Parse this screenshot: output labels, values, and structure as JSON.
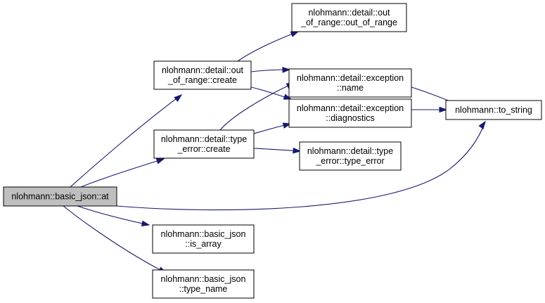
{
  "graph": {
    "nodes": [
      {
        "id": "basic_json_at",
        "lines": [
          "nlohmann::basic_json::at"
        ],
        "highlight": true
      },
      {
        "id": "out_of_range_create",
        "lines": [
          "nlohmann::detail::out",
          "_of_range::create"
        ]
      },
      {
        "id": "type_error_create",
        "lines": [
          "nlohmann::detail::type",
          "_error::create"
        ]
      },
      {
        "id": "is_array",
        "lines": [
          "nlohmann::basic_json",
          "::is_array"
        ]
      },
      {
        "id": "type_name",
        "lines": [
          "nlohmann::basic_json",
          "::type_name"
        ]
      },
      {
        "id": "out_of_range_ctor",
        "lines": [
          "nlohmann::detail::out",
          "_of_range::out_of_range"
        ]
      },
      {
        "id": "exception_name",
        "lines": [
          "nlohmann::detail::exception",
          "::name"
        ]
      },
      {
        "id": "exception_diagnostics",
        "lines": [
          "nlohmann::detail::exception",
          "::diagnostics"
        ]
      },
      {
        "id": "type_error_ctor",
        "lines": [
          "nlohmann::detail::type",
          "_error::type_error"
        ]
      },
      {
        "id": "to_string",
        "lines": [
          "nlohmann::to_string"
        ]
      }
    ],
    "edges": [
      {
        "from": "basic_json_at",
        "to": "out_of_range_create"
      },
      {
        "from": "basic_json_at",
        "to": "type_error_create"
      },
      {
        "from": "basic_json_at",
        "to": "to_string"
      },
      {
        "from": "basic_json_at",
        "to": "is_array"
      },
      {
        "from": "basic_json_at",
        "to": "type_name"
      },
      {
        "from": "out_of_range_create",
        "to": "out_of_range_ctor"
      },
      {
        "from": "out_of_range_create",
        "to": "exception_name"
      },
      {
        "from": "out_of_range_create",
        "to": "exception_diagnostics"
      },
      {
        "from": "type_error_create",
        "to": "exception_name"
      },
      {
        "from": "type_error_create",
        "to": "exception_diagnostics"
      },
      {
        "from": "type_error_create",
        "to": "type_error_ctor"
      },
      {
        "from": "exception_name",
        "to": "to_string"
      },
      {
        "from": "exception_diagnostics",
        "to": "to_string"
      }
    ]
  },
  "colors": {
    "edge": "#191970",
    "highlight_fill": "#bfbfbf",
    "node_fill": "#ffffff",
    "node_stroke": "#000000"
  }
}
